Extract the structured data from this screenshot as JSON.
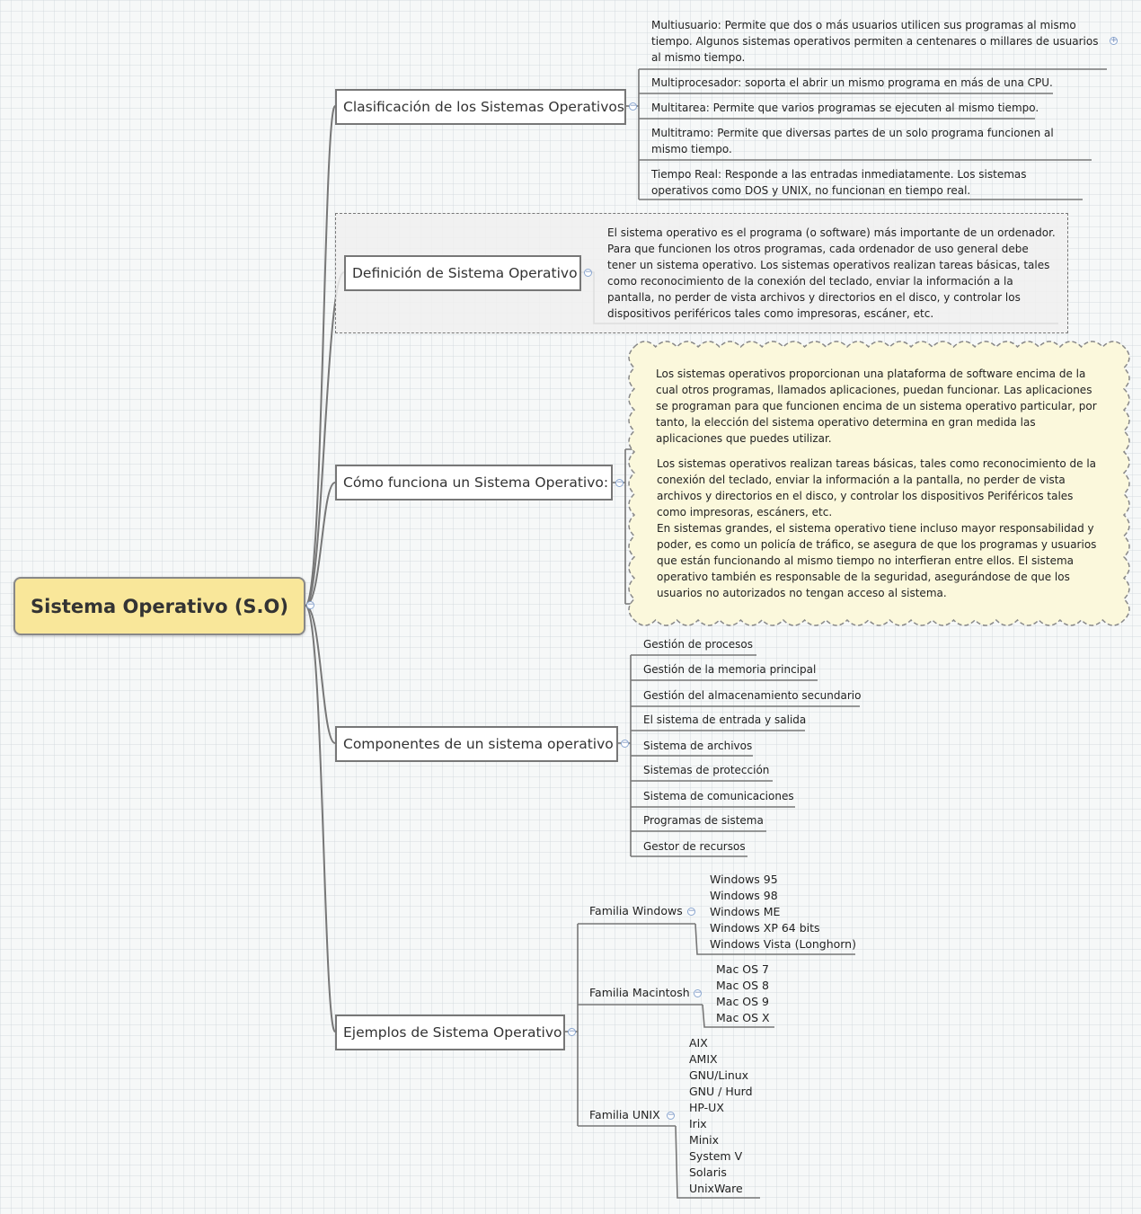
{
  "root": {
    "label": "Sistema Operativo (S.O)"
  },
  "branches": {
    "clasificacion": {
      "label": "Clasificación de los Sistemas Operativos",
      "items": [
        "Multiusuario: Permite que dos o más usuarios utilicen sus programas al mismo tiempo. Algunos sistemas operativos permiten a centenares o millares de usuarios al mismo tiempo.",
        "Multiprocesador: soporta el abrir un mismo programa en más de una CPU.",
        "Multitarea: Permite que varios programas se ejecuten al mismo tiempo.",
        "Multitramo: Permite que diversas partes de un solo programa funcionen al mismo tiempo.",
        "Tiempo Real: Responde a las entradas inmediatamente. Los sistemas operativos como DOS y UNIX, no funcionan en tiempo real."
      ]
    },
    "definicion": {
      "label": "Definición de Sistema Operativo",
      "text": "El sistema operativo es el programa (o software) más importante de un ordenador. Para que funcionen los otros programas, cada ordenador de uso general debe tener un sistema operativo. Los sistemas operativos realizan tareas básicas, tales como reconocimiento de la conexión del teclado, enviar la información a la pantalla, no perder de vista archivos y directorios en el disco, y controlar los dispositivos periféricos tales como impresoras, escáner, etc."
    },
    "funciona": {
      "label": "Cómo funciona un Sistema Operativo:",
      "p1": "Los sistemas operativos proporcionan una plataforma de software encima de la cual otros programas, llamados aplicaciones, puedan funcionar. Las aplicaciones se programan para que funcionen encima de un sistema operativo particular, por tanto, la elección del sistema operativo determina en gran medida las aplicaciones que puedes utilizar.",
      "p2": "Los sistemas operativos realizan tareas básicas, tales como reconocimiento de la conexión del teclado, enviar la información a la pantalla, no perder de vista archivos y directorios en el disco, y controlar los dispositivos Periféricos tales como impresoras, escáners, etc.",
      "p3": "En sistemas grandes, el sistema operativo tiene incluso mayor responsabilidad y poder, es como un policía de tráfico, se asegura de que los programas y usuarios que están funcionando al mismo tiempo no interfieran entre ellos. El sistema operativo también es responsable de la seguridad, asegurándose de que los usuarios no autorizados no tengan acceso al sistema."
    },
    "componentes": {
      "label": "Componentes de un sistema operativo",
      "items": [
        "Gestión de procesos",
        "Gestión de la memoria principal",
        "Gestión del almacenamiento secundario",
        "El sistema de entrada y salida",
        "Sistema de archivos",
        "Sistemas de protección",
        "Sistema de comunicaciones",
        "Programas de sistema",
        "Gestor de recursos"
      ]
    },
    "ejemplos": {
      "label": "Ejemplos de Sistema Operativo",
      "windows": {
        "label": "Familia Windows",
        "items": [
          "Windows 95",
          "Windows 98",
          "Windows ME",
          "Windows XP 64 bits",
          "Windows Vista (Longhorn)"
        ]
      },
      "mac": {
        "label": "Familia Macintosh",
        "items": [
          "Mac OS 7",
          "Mac OS 8",
          "Mac OS 9",
          "Mac OS X"
        ]
      },
      "unix": {
        "label": "Familia UNIX",
        "items": [
          "AIX",
          "AMIX",
          "GNU/Linux",
          "GNU / Hurd",
          "HP-UX",
          "Irix",
          "Minix",
          "System V",
          "Solaris",
          "UnixWare"
        ]
      }
    }
  },
  "colors": {
    "root_fill": "#f9e79a",
    "line": "#777777",
    "cloud_fill": "#fbf8dc",
    "collapse": "#8aa6d0"
  }
}
